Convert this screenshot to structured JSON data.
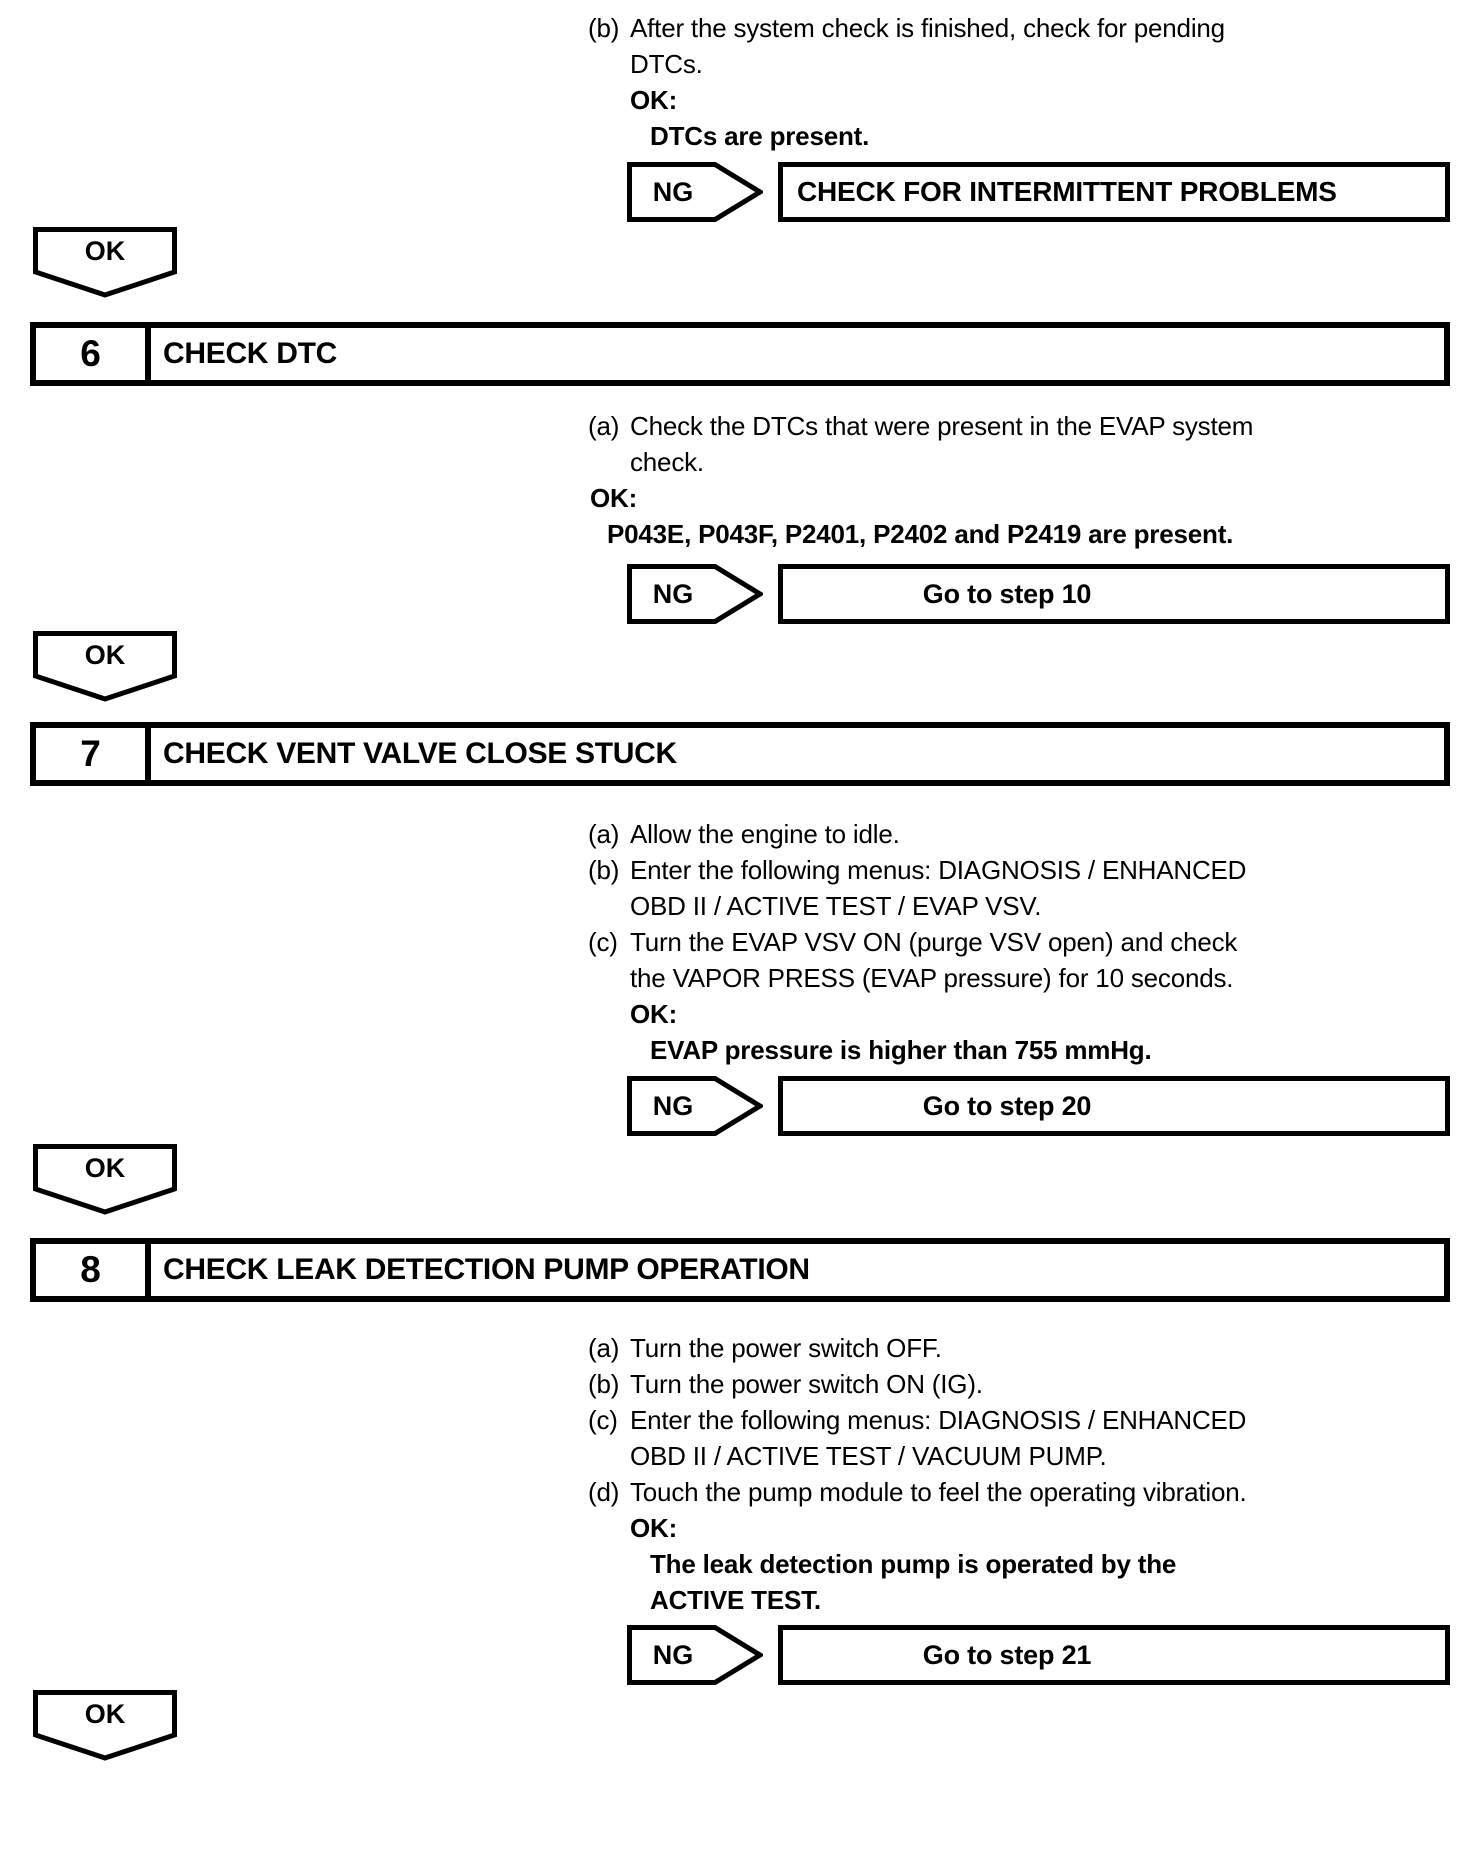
{
  "colors": {
    "ink": "#000000",
    "paper": "#ffffff"
  },
  "intro": {
    "item_b": {
      "marker": "(b)",
      "text": "After the system check is finished, check for pending\nDTCs."
    },
    "ok_label": "OK:",
    "condition": "DTCs are present.",
    "ng": {
      "label": "NG",
      "result": "CHECK FOR INTERMITTENT PROBLEMS"
    },
    "ok_connector": "OK"
  },
  "steps": [
    {
      "number": "6",
      "title": "CHECK DTC",
      "items": [
        {
          "marker": "(a)",
          "text": "Check the DTCs that were present in the EVAP system\ncheck."
        }
      ],
      "ok_label": "OK:",
      "condition": "P043E, P043F, P2401, P2402 and P2419 are present.",
      "ng": {
        "label": "NG",
        "result": "Go to step 10"
      },
      "ok_connector": "OK"
    },
    {
      "number": "7",
      "title": "CHECK VENT VALVE CLOSE STUCK",
      "items": [
        {
          "marker": "(a)",
          "text": "Allow the engine to idle."
        },
        {
          "marker": "(b)",
          "text": "Enter the following menus: DIAGNOSIS / ENHANCED\nOBD II / ACTIVE TEST / EVAP VSV."
        },
        {
          "marker": "(c)",
          "text": "Turn the EVAP VSV ON (purge VSV open) and check\nthe VAPOR PRESS (EVAP pressure) for 10 seconds."
        }
      ],
      "ok_label": "OK:",
      "condition": "EVAP pressure is higher than 755 mmHg.",
      "ng": {
        "label": "NG",
        "result": "Go to step 20"
      },
      "ok_connector": "OK"
    },
    {
      "number": "8",
      "title": "CHECK LEAK DETECTION PUMP OPERATION",
      "items": [
        {
          "marker": "(a)",
          "text": "Turn the power switch OFF."
        },
        {
          "marker": "(b)",
          "text": "Turn the power switch ON (IG)."
        },
        {
          "marker": "(c)",
          "text": "Enter the following menus: DIAGNOSIS / ENHANCED\nOBD II / ACTIVE TEST / VACUUM PUMP."
        },
        {
          "marker": "(d)",
          "text": "Touch the pump module to feel the operating vibration."
        }
      ],
      "ok_label": "OK:",
      "condition": "The leak detection pump is operated by the\nACTIVE TEST.",
      "ng": {
        "label": "NG",
        "result": "Go to step 21"
      },
      "ok_connector": "OK"
    }
  ]
}
